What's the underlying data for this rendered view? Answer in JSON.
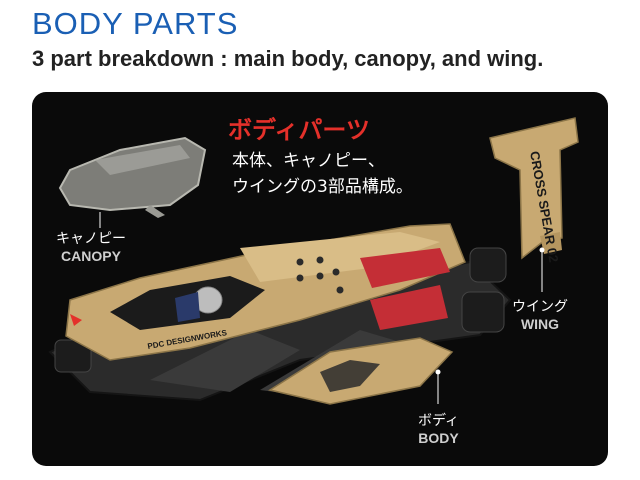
{
  "header": {
    "title": "BODY PARTS",
    "subtitle": "3 part breakdown : main body, canopy, and wing."
  },
  "panel": {
    "jp_title": "ボディパーツ",
    "jp_desc_line1": "本体、キャノピー、",
    "jp_desc_line2": "ウイングの3部品構成。"
  },
  "labels": {
    "canopy_jp": "キャノピー",
    "canopy_en": "CANOPY",
    "wing_jp": "ウイング",
    "wing_en": "WING",
    "body_jp": "ボディ",
    "body_en": "BODY"
  },
  "decals": {
    "wing_text": "CROSS SPEAR 02",
    "body_text": "PDC DESIGNWORKS"
  },
  "colors": {
    "title_blue": "#1a5fb4",
    "accent_red": "#e4302a",
    "body_gold": "#c8a972",
    "panel_black": "#0a0a0a"
  }
}
